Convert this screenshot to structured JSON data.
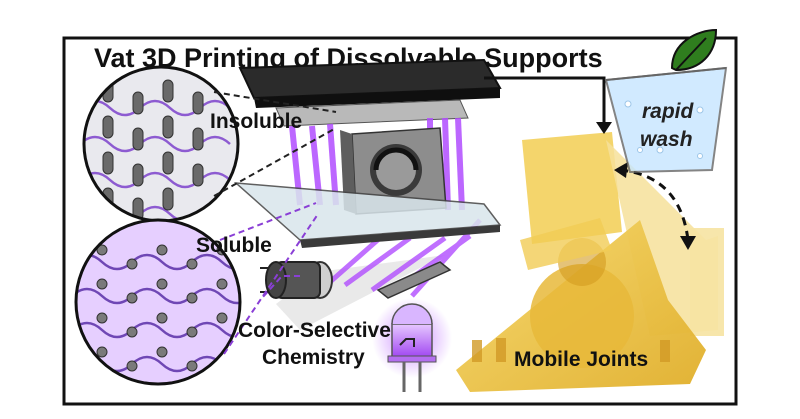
{
  "title": "Vat 3D Printing of Dissolvable Supports",
  "labels": {
    "insoluble": "Insoluble",
    "soluble": "Soluble",
    "chemistry_line1": "Color-Selective",
    "chemistry_line2": "Chemistry",
    "joints": "Mobile Joints",
    "wash_line1": "rapid",
    "wash_line2": "wash"
  },
  "colors": {
    "violet": "#a64dff",
    "resin": "#f0c94a",
    "leaf": "#2f7d1e",
    "frame": "#111111"
  },
  "icons": [
    "leaf-icon",
    "beaker-icon",
    "led-icon",
    "projector-icon"
  ]
}
